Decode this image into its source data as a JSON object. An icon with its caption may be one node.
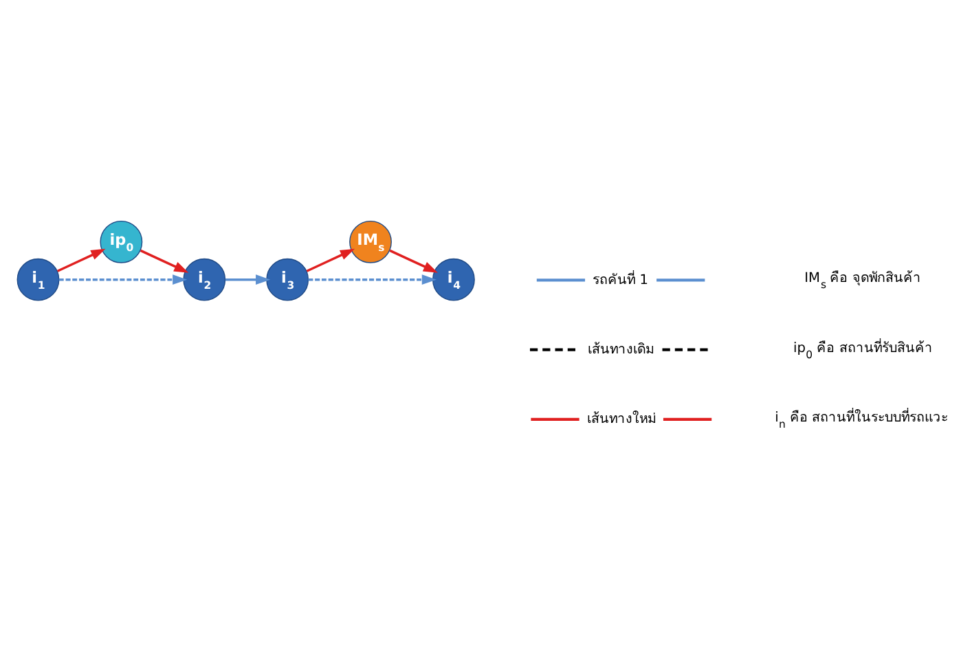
{
  "diagram": {
    "nodes": [
      {
        "text": [
          "i$_{1}$"
        ]
      },
      {
        "text": [
          "ip$_{0}$"
        ]
      },
      {
        "text": [
          "i$_{2}$"
        ]
      },
      {
        "text": [
          "i$_{3}$"
        ]
      },
      {
        "text": [
          "IM$_{s}$"
        ]
      },
      {
        "text": [
          "i$_{4}$"
        ]
      }
    ],
    "edges": [
      {
        "from": 0,
        "to": 1,
        "arrow": "to",
        "color": "#e02020"
      },
      {
        "from": 1,
        "to": 2,
        "arrow": "to",
        "color": "#e02020"
      },
      {
        "from": 0,
        "to": 2,
        "arrow": "to",
        "style": "dashed",
        "color": "#5b8fd0"
      },
      {
        "from": 2,
        "to": 3,
        "arrow": "to",
        "color": "#5b8fd0"
      },
      {
        "from": 3,
        "to": 4,
        "arrow": "to",
        "color": "#e02020"
      },
      {
        "from": 4,
        "to": 5,
        "arrow": "to",
        "color": "#e02020"
      },
      {
        "from": 3,
        "to": 5,
        "arrow": "to",
        "style": "dashed",
        "color": "#5b8fd0"
      }
    ],
    "labels": [
      "IM$_{s}$ คือ จุดพักสินค้า",
      "ip$_{0}$ คือ สถานที่รับสินค้า",
      "i$_{n}$ คือ สถานที่ในระบบที่รถแวะ"
    ],
    "legend": [
      {
        "text": "รถคันที่ 1"
      },
      {
        "text": "เส้นทางเดิม"
      },
      {
        "text": "เส้นทางใหม่"
      }
    ]
  }
}
